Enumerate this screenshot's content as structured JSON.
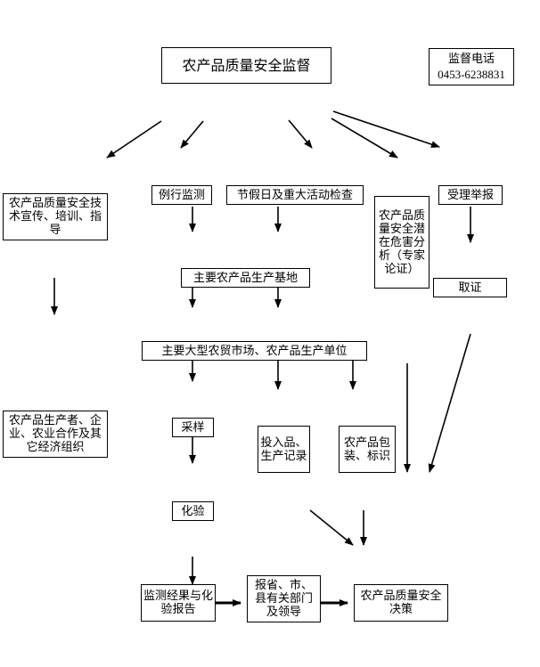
{
  "title": "农产品质量安全监督",
  "hotline": {
    "label": "监督电话",
    "number": "0453-6238831"
  },
  "nodes": {
    "tech_training": "农产品质量安全技术宣传、培训、指导",
    "routine_monitoring": "例行监测",
    "holiday_inspection": "节假日及重大活动检查",
    "risk_analysis": "农产品质量安全潜在危害分析（专家论证）",
    "accept_reports": "受理举报",
    "evidence": "取证",
    "production_bases": "主要农产品生产基地",
    "markets_units": "主要大型农贸市场、农产品生产单位",
    "producers": "农产品生产者、企业、农业合作及其它经济组织",
    "sampling": "采样",
    "input_records": "投入品、生产记录",
    "packaging_labels": "农产品包装、标识",
    "lab_test": "化验",
    "test_report": "监测经果与化验报告",
    "report_leaders": "报省、市、县有关部门及领导",
    "safety_decision": "农产品质量安全决策"
  }
}
